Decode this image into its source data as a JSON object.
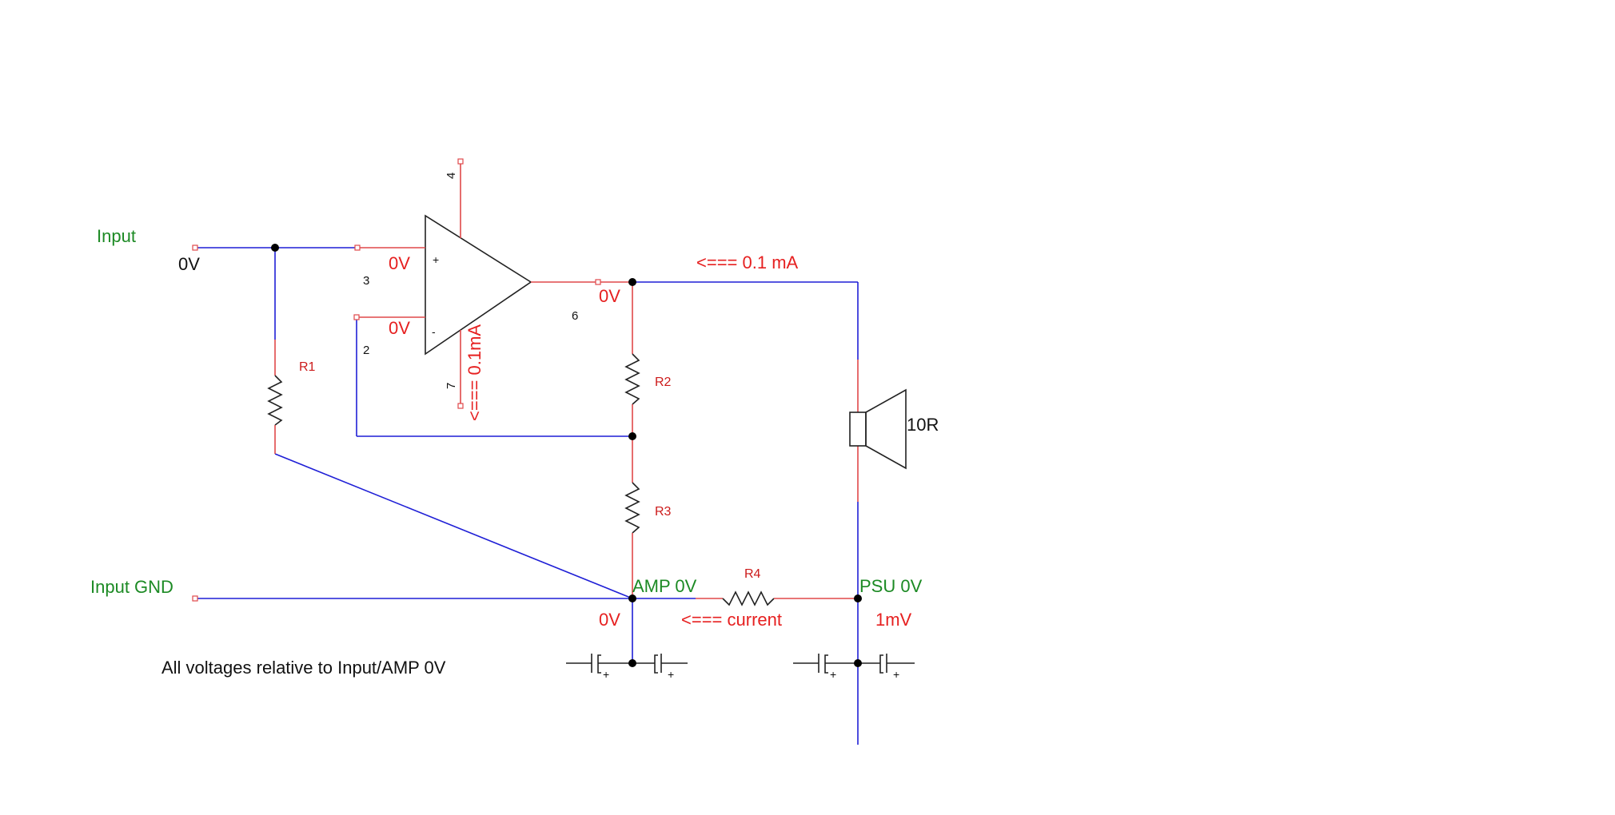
{
  "labels": {
    "input": "Input",
    "input_gnd": "Input GND",
    "amp_0v": "AMP 0V",
    "psu_0v": "PSU 0V",
    "note": "All voltages relative to Input/AMP 0V"
  },
  "voltages": {
    "input_v": "0V",
    "pin3_v": "0V",
    "pin2_v": "0V",
    "output_v": "0V",
    "amp_gnd_v": "0V",
    "psu_v": "1mV"
  },
  "currents": {
    "output_current": "<=== 0.1 mA",
    "supply_current": "<=== 0.1mA",
    "ground_current": "<=== current"
  },
  "components": {
    "r1": "R1",
    "r2": "R2",
    "r3": "R3",
    "r4": "R4",
    "speaker": "10R"
  },
  "opamp": {
    "pin_plus_in": "3",
    "pin_minus_in": "2",
    "pin_out": "6",
    "pin_v_plus": "4",
    "pin_v_minus": "7",
    "plus_sign": "+",
    "minus_sign": "-"
  },
  "battery_signs": {
    "amp_left": "+",
    "amp_right": "+",
    "psu_left": "+",
    "psu_right": "+"
  },
  "colors": {
    "wire": "#1f1fd6",
    "component_lead": "#e0484a",
    "voltage_text": "#e62020",
    "net_label_text": "#1c8a24"
  }
}
